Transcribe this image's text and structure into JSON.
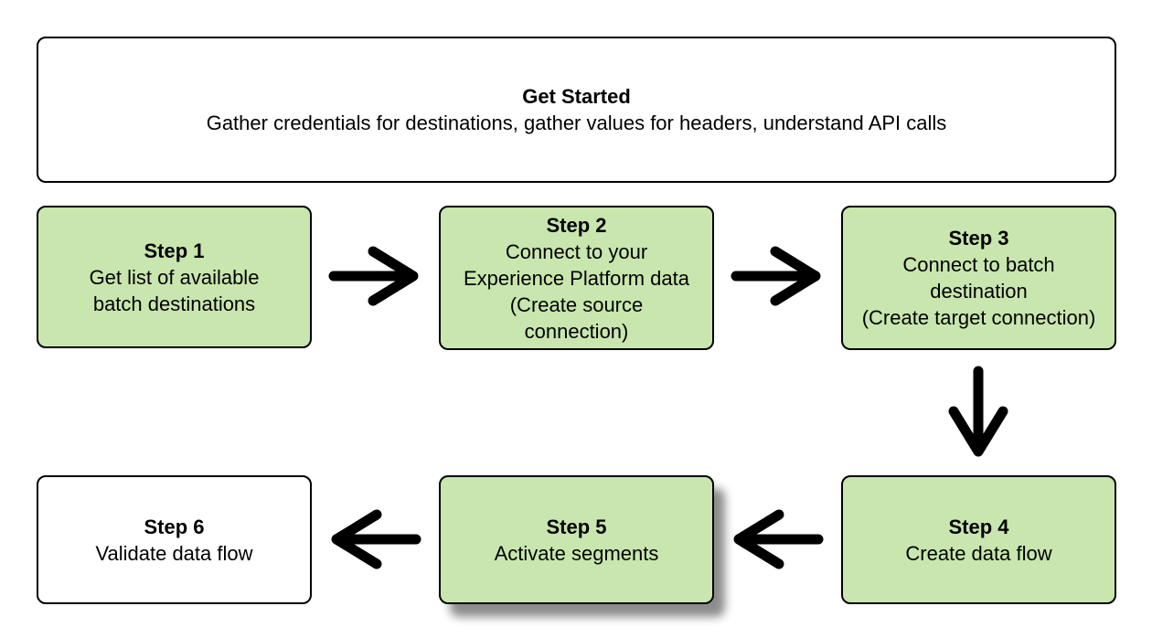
{
  "diagram": {
    "get_started": {
      "title": "Get Started",
      "lines": [
        "Gather credentials for destinations, gather values for headers, understand API calls"
      ]
    },
    "steps": [
      {
        "title": "Step 1",
        "lines": [
          "Get list of available",
          "batch destinations"
        ],
        "fill": "#c8e6ae"
      },
      {
        "title": "Step 2",
        "lines": [
          "Connect to your",
          "Experience Platform data",
          "(Create source",
          "connection)"
        ],
        "fill": "#c8e6ae"
      },
      {
        "title": "Step 3",
        "lines": [
          "Connect to batch",
          "destination",
          "(Create target connection)"
        ],
        "fill": "#c8e6ae"
      },
      {
        "title": "Step 4",
        "lines": [
          "Create data flow"
        ],
        "fill": "#c8e6ae"
      },
      {
        "title": "Step 5",
        "lines": [
          "Activate segments"
        ],
        "fill": "#c8e6ae"
      },
      {
        "title": "Step 6",
        "lines": [
          "Validate data flow"
        ],
        "fill": "#ffffff"
      }
    ],
    "flow": [
      "Step 1",
      "Step 2",
      "Step 3",
      "Step 4",
      "Step 5",
      "Step 6"
    ]
  }
}
